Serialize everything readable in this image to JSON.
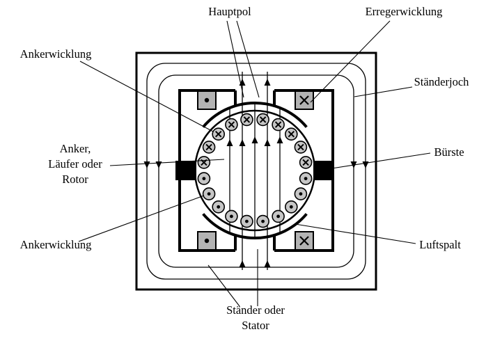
{
  "labels": {
    "hauptpol": "Hauptpol",
    "erregerwicklung": "Erregerwicklung",
    "ankerwicklung_top": "Ankerwicklung",
    "staenderjoch": "Ständerjoch",
    "anker_laeufer_rotor": {
      "lines": [
        "Anker,",
        "Läufer oder",
        "Rotor"
      ]
    },
    "buerste": "Bürste",
    "ankerwicklung_bottom": "Ankerwicklung",
    "luftspalt": "Luftspalt",
    "staender_oder_stator": {
      "lines": [
        "Ständer oder",
        "Stator"
      ]
    }
  },
  "diagram": {
    "rotor_conductors": {
      "count": 20,
      "upper_half_symbol": "cross-current-into-page",
      "lower_half_symbol": "dot-current-out-of-page"
    },
    "field_winding_symbols": {
      "top_left": "dot",
      "top_right": "cross",
      "bottom_left": "dot",
      "bottom_right": "cross"
    },
    "flux_arrows": {
      "rotor_center": "up",
      "top_pole": "up",
      "bottom_pole": "up",
      "left_yoke": "down",
      "right_yoke": "down"
    },
    "colors": {
      "line": "#000000",
      "conductor_fill": "#c6c6c6",
      "field_winding_fill": "#b3b3b3",
      "brush_fill": "#000000",
      "background": "#ffffff"
    }
  }
}
